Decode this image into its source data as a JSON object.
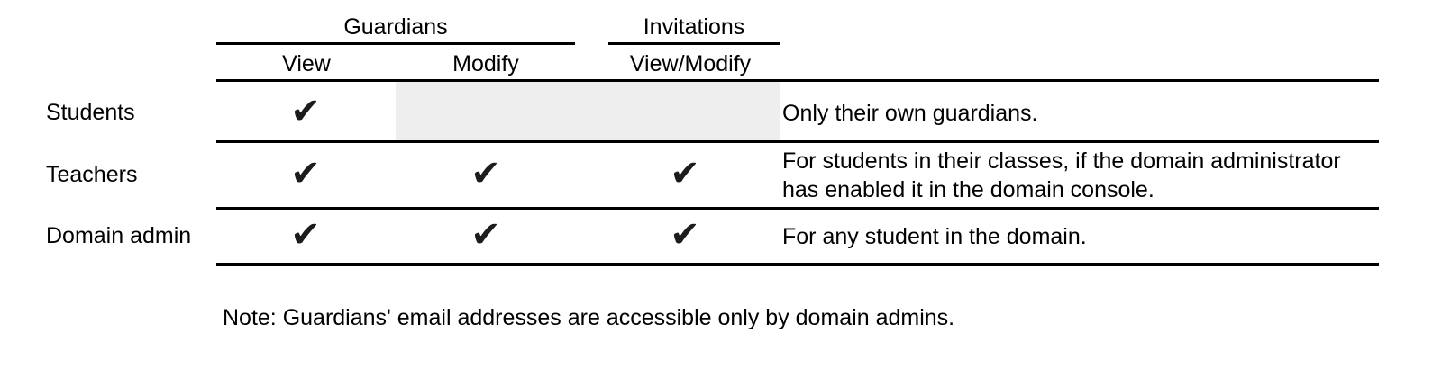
{
  "table": {
    "column_groups": [
      {
        "label": "Guardians"
      },
      {
        "label": "Invitations"
      }
    ],
    "columns": [
      {
        "label": "View"
      },
      {
        "label": "Modify"
      },
      {
        "label": "View/Modify"
      }
    ],
    "rows": [
      {
        "label": "Students",
        "view": "✔",
        "modify": "",
        "view_modify": "",
        "modify_state": "not-applicable",
        "view_modify_state": "not-applicable",
        "description": "Only their own guardians."
      },
      {
        "label": "Teachers",
        "view": "✔",
        "modify": "✔",
        "view_modify": "✔",
        "modify_state": "allowed",
        "view_modify_state": "allowed",
        "description": "For students in their classes, if the domain administrator\nhas enabled it in the domain console."
      },
      {
        "label": "Domain admin",
        "view": "✔",
        "modify": "✔",
        "view_modify": "✔",
        "modify_state": "allowed",
        "view_modify_state": "allowed",
        "description": "For any student in the domain."
      }
    ],
    "note": "Note: Guardians' email addresses are accessible only by domain admins."
  },
  "colors": {
    "rule": "#000000",
    "shaded_cell": "#eeeeee",
    "check": "#1c1c1c",
    "text": "#000000",
    "background": "#ffffff"
  }
}
